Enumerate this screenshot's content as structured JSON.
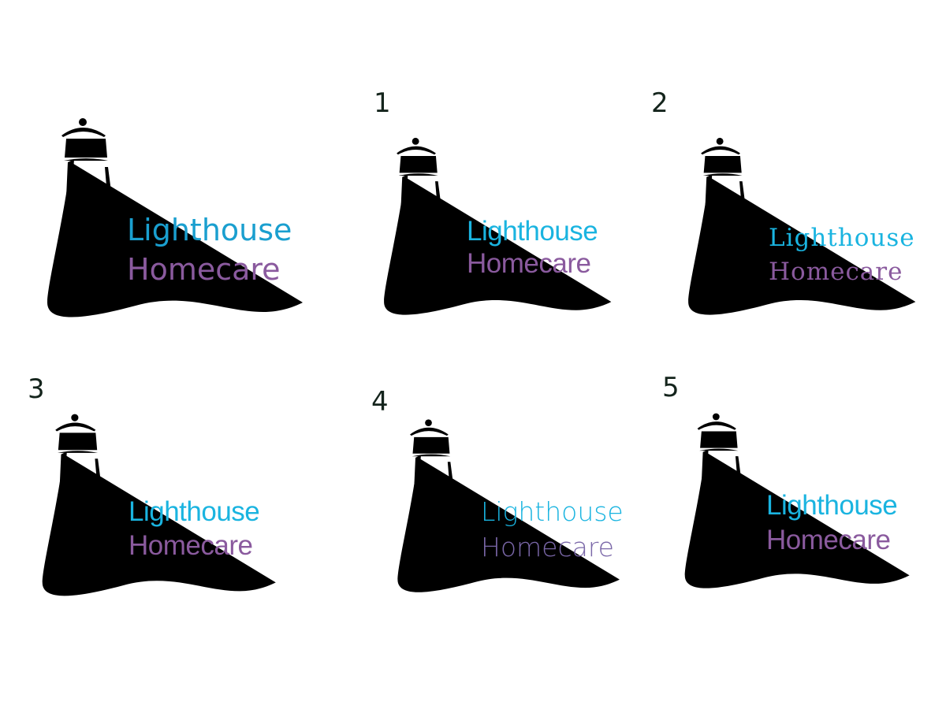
{
  "logos": [
    {
      "number": "",
      "line1": "Lighthouse",
      "line2": "Homecare",
      "colors": {
        "lantern": "#231f20",
        "cap": "#231f20",
        "wave": "#1a9fcf",
        "tower": "#8a5a9e",
        "line1": "#1a9fcf",
        "line2": "#8a5a9e"
      }
    },
    {
      "number": "1",
      "line1": "Lighthouse",
      "line2": "Homecare",
      "colors": {
        "lantern": "#1bb5e0",
        "cap": "#7f4f9a",
        "wave": "#1ab4e0",
        "tower": "#8a5a9e",
        "line1": "#1ab4e0",
        "line2": "#8a5a9e"
      }
    },
    {
      "number": "2",
      "line1": "Lighthouse",
      "line2": "Homecare",
      "colors": {
        "lantern": "#1bb5e0",
        "cap": "#7f4f9a",
        "wave": "#1ab4e0",
        "tower": "#8a5a9e",
        "line1": "#1ab4e0",
        "line2": "#8a5a9e"
      }
    },
    {
      "number": "3",
      "line1": "Lighthouse",
      "line2": "Homecare",
      "colors": {
        "lantern": "#1bb5e0",
        "cap": "#7f4f9a",
        "wave": "#1ab4e0",
        "tower": "#8a5a9e",
        "line1": "#1ab4e0",
        "line2": "#8a5a9e"
      }
    },
    {
      "number": "4",
      "line1": "Lighthouse",
      "line2": "Homecare",
      "colors": {
        "lantern": "#1bb5e0",
        "cap": "#7f4f9a",
        "wave": "#1ab4e0",
        "tower": "#7a67a8",
        "line1": "#1ab4e0",
        "line2": "#7a67a8"
      }
    },
    {
      "number": "5",
      "line1": "Lighthouse",
      "line2": "Homecare",
      "colors": {
        "lantern": "#1bb5e0",
        "cap": "#7f4f9a",
        "wave": "#1ab4e0",
        "tower": "#8a5a9e",
        "line1": "#1ab4e0",
        "line2": "#8a5a9e"
      }
    }
  ]
}
